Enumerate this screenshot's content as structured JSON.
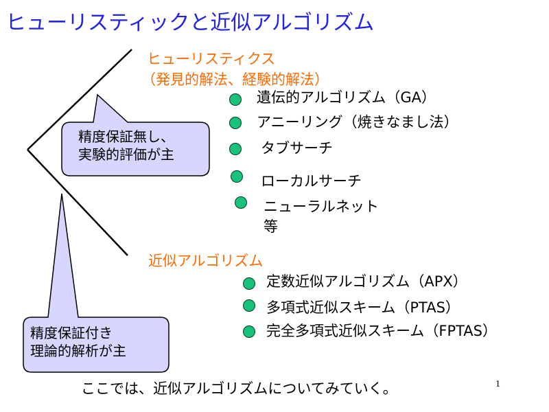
{
  "title": "ヒューリスティックと近似アルゴリズム",
  "heuristics": {
    "heading": "ヒューリスティクス",
    "subheading": "（発見的解法、経験的解法）",
    "items": [
      "遺伝的アルゴリズム（GA）",
      "アニーリング（焼きなまし法）",
      "タブサーチ",
      "ローカルサーチ",
      "ニューラルネット",
      "等"
    ]
  },
  "approximation": {
    "heading": "近似アルゴリズム",
    "items": [
      "定数近似アルゴリズム（APX）",
      "多項式近似スキーム（PTAS）",
      "完全多項式近似スキーム（FPTAS）"
    ]
  },
  "callout_heuristic": {
    "line1": "精度保証無し、",
    "line2": "実験的評価が主"
  },
  "callout_approx": {
    "line1": "精度保証付き",
    "line2": "理論的解析が主"
  },
  "footer": "ここでは、近似アルゴリズムについてみていく。",
  "page_number": "1",
  "colors": {
    "title": "#2323e6",
    "heading": "#ff6a00",
    "bullet": "#17c27a",
    "bubble_fill": "#d6d6ff"
  }
}
